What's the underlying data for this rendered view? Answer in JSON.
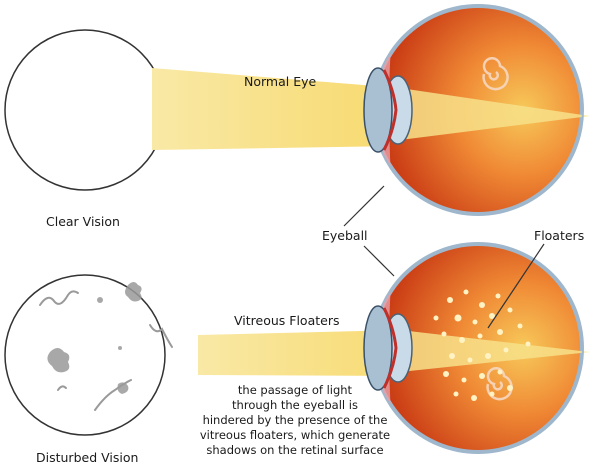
{
  "labels": {
    "normal_eye": "Normal Eye",
    "clear_vision": "Clear Vision",
    "eyeball": "Eyeball",
    "floaters": "Floaters",
    "vitreous_floaters": "Vitreous Floaters",
    "disturbed_vision": "Disturbed Vision"
  },
  "caption": {
    "lines": [
      "the passage of light",
      "through the eyeball is",
      "hindered by the presence of the",
      "vitreous floaters, which generate",
      "shadows on the retinal surface"
    ]
  },
  "colors": {
    "light_beam": "#f7dc6f",
    "eyeball_outer": "#e04a1c",
    "eyeball_inner": "#f4c050",
    "sclera": "#8aa6c0",
    "floater_spots": "#fff3c4",
    "floater_shadows": "#9a9a9a",
    "circle_outline": "#333333"
  }
}
